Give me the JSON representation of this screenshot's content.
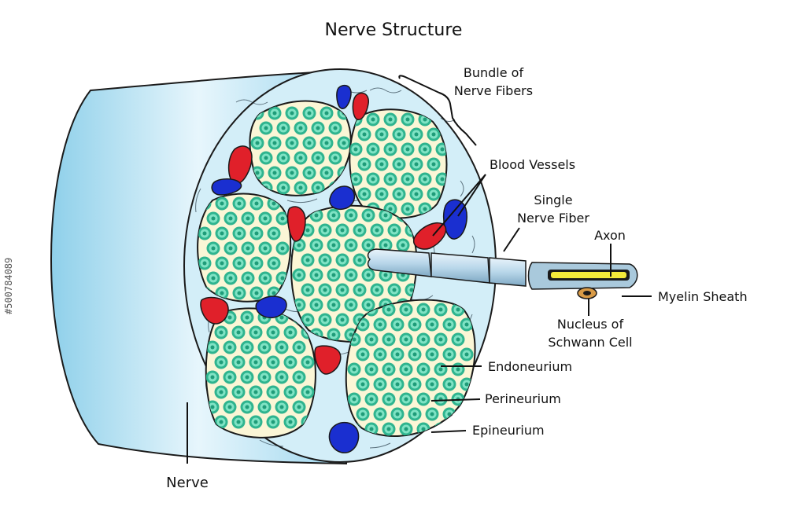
{
  "title": "Nerve Structure",
  "labels": {
    "bundle": [
      "Bundle of",
      "Nerve Fibers"
    ],
    "blood_vessels": "Blood Vessels",
    "single_fiber": [
      "Single",
      "Nerve Fiber"
    ],
    "axon": "Axon",
    "myelin": "Myelin Sheath",
    "nucleus": [
      "Nucleus of",
      "Schwann Cell"
    ],
    "endoneurium": "Endoneurium",
    "perineurium": "Perineurium",
    "epineurium": "Epineurium",
    "nerve": "Nerve"
  },
  "stock_id": "#500784089",
  "colors": {
    "nerve_outer": "#bfe4f3",
    "epineurium_fill": "#d3eef8",
    "fascicle_fill": "#fbf6d6",
    "fiber_outer": "#2fb48f",
    "fiber_ring": "#7fe3c4",
    "fiber_core": "#1f9c79",
    "artery": "#e0202a",
    "vein": "#1a2fd0",
    "axon": "#f4ea3a",
    "myelin": "#9ec6dd"
  }
}
